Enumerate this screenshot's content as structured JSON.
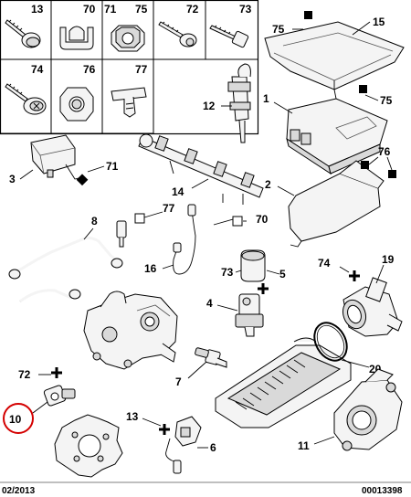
{
  "hardware_grid": {
    "row1": [
      "13",
      "70",
      "71",
      "75",
      "72",
      "73"
    ],
    "row2": [
      "74",
      "76",
      "77"
    ]
  },
  "callouts": {
    "c15": "15",
    "c75a": "75",
    "c75b": "75",
    "c1": "1",
    "c12": "12",
    "c76": "76",
    "c3": "3",
    "c71": "71",
    "c2": "2",
    "c14": "14",
    "c8": "8",
    "c77": "77",
    "c70": "70",
    "c16": "16",
    "c73": "73",
    "c5": "5",
    "c74": "74",
    "c19": "19",
    "c4": "4",
    "c7": "7",
    "c72": "72",
    "c10": "10",
    "c20": "20",
    "c13": "13",
    "c6": "6",
    "c11": "11"
  },
  "footer": {
    "date": "02/2013",
    "code": "00013398"
  },
  "colors": {
    "highlight_circle": "#d40000",
    "line": "#000000"
  }
}
